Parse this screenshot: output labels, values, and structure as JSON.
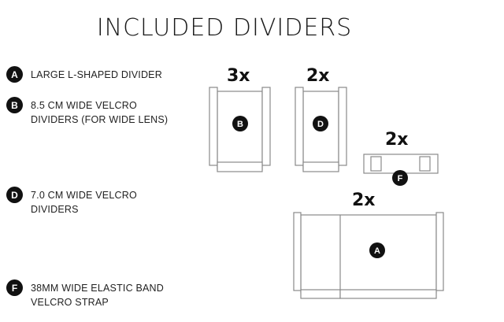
{
  "title": "INCLUDED DIVIDERS",
  "legend": [
    {
      "letter": "A",
      "lines": [
        "LARGE  L-SHAPED DIVIDER"
      ]
    },
    {
      "letter": "B",
      "lines": [
        "8.5 CM WIDE VELCRO",
        "DIVIDERS (FOR WIDE LENS)"
      ]
    },
    {
      "letter": "D",
      "lines": [
        "7.0 CM WIDE VELCRO",
        "DIVIDERS"
      ]
    },
    {
      "letter": "F",
      "lines": [
        "38MM WIDE ELASTIC BAND",
        "VELCRO STRAP"
      ]
    }
  ],
  "parts": {
    "B": {
      "label": "B",
      "quantity": "3x"
    },
    "D": {
      "label": "D",
      "quantity": "2x"
    },
    "F": {
      "label": "F",
      "quantity": "2x"
    },
    "A": {
      "label": "A",
      "quantity": "2x"
    }
  },
  "colors": {
    "badge": "#111111",
    "stroke": "#8a8a8a",
    "text": "#222222"
  }
}
